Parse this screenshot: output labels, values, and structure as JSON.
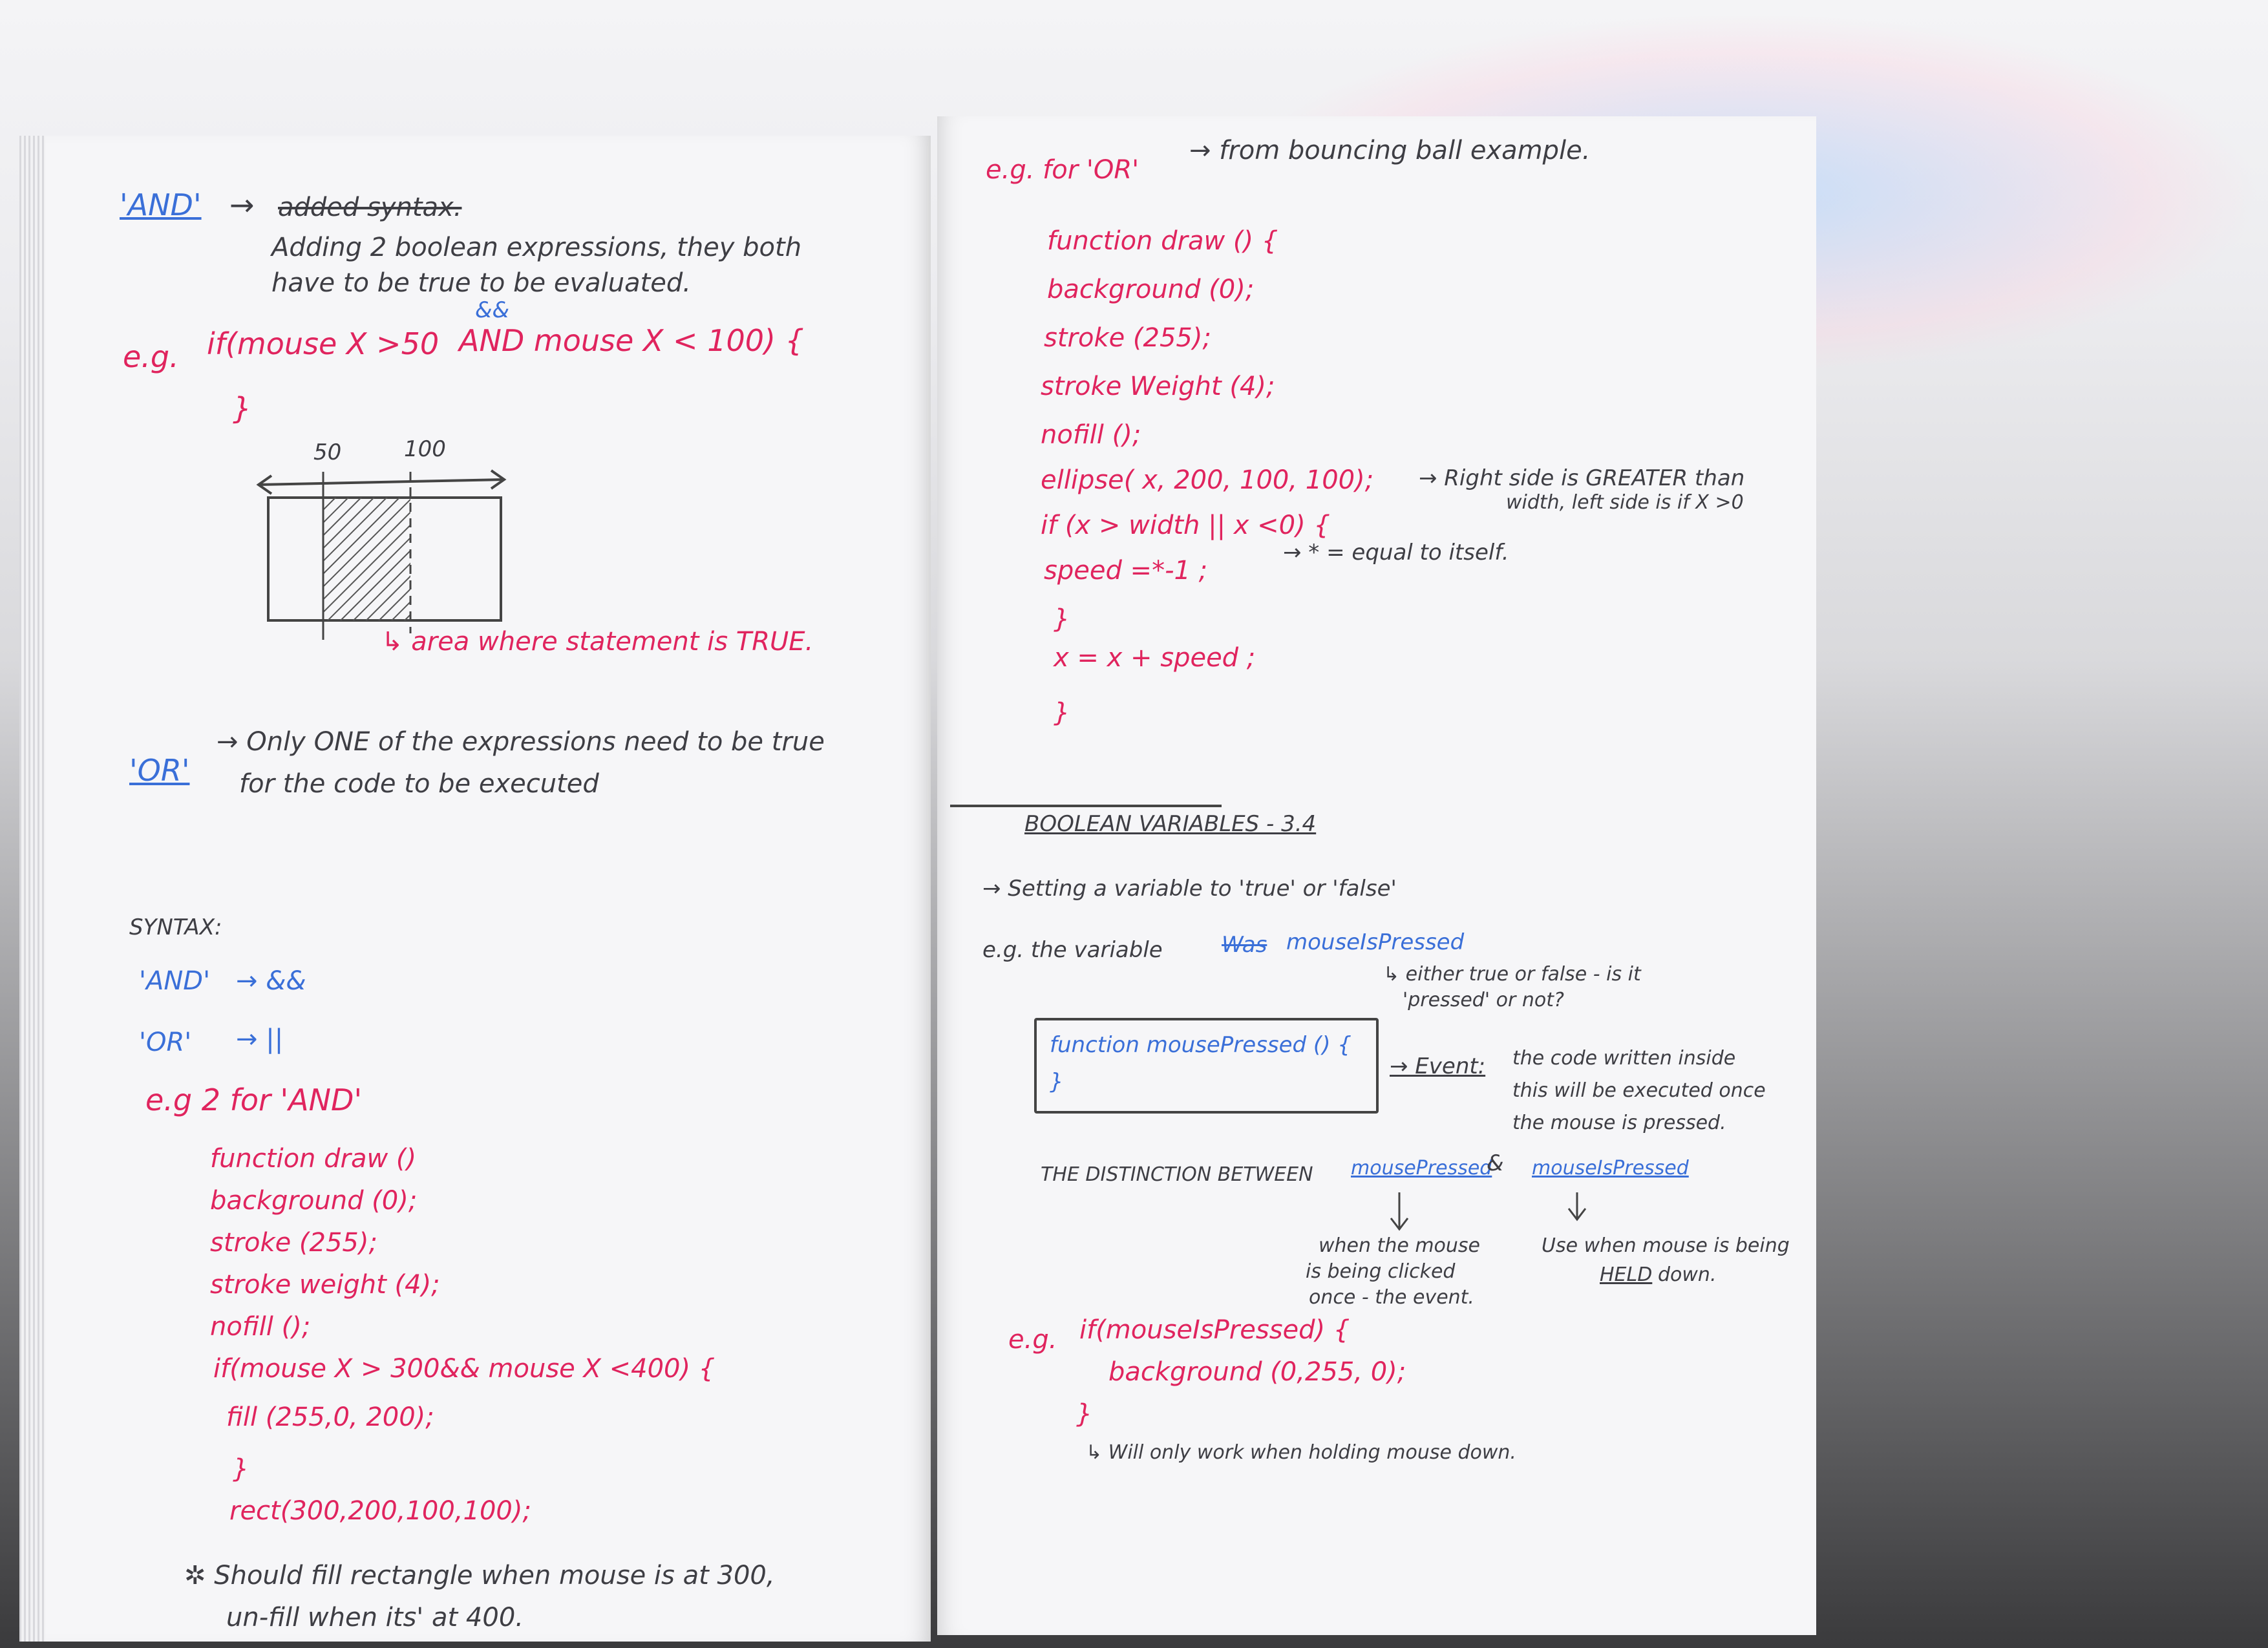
{
  "left": {
    "and_term": "'AND'",
    "arrow": "→",
    "crossed": "added syntax.",
    "and_desc_1": "Adding 2 boolean expressions, they both",
    "and_desc_2": "have to be true to be evaluated.",
    "eg_label": "e.g.",
    "code1_a": "if(mouse X >50",
    "code1_amp": "&&",
    "code1_b": "AND mouse X < 100) {",
    "code1_close": "}",
    "fig_50": "50",
    "fig_100": "100",
    "area_note": "↳ area where statement is TRUE.",
    "or_term": "'OR'",
    "or_desc_1": "→ Only ONE of the expressions need to be true",
    "or_desc_2": "for the code to be executed",
    "syntax_title": "SYNTAX:",
    "syn_and": "'AND'",
    "syn_and_val": "→ &&",
    "syn_or": "'OR'",
    "syn_or_val": "→ ||",
    "eg2": "e.g 2 for 'AND'",
    "code2": [
      "function draw ()",
      "background (0);",
      "stroke (255);",
      "stroke weight (4);",
      "nofill ();",
      "if(mouse X > 300&& mouse X <400) {",
      "fill (255,0, 200);",
      "}",
      "rect(300,200,100,100);"
    ],
    "note_1": "✲ Should fill rectangle when mouse is at 300,",
    "note_2": "un-fill when its' at 400."
  },
  "right": {
    "eg_or": "e.g. for 'OR'",
    "eg_or_tail": "→ from bouncing ball example.",
    "code3": [
      "function draw () {",
      "background (0);",
      "stroke (255);",
      "stroke Weight (4);",
      "nofill ();",
      "ellipse( x, 200, 100, 100);",
      "if (x > width || x <0) {",
      "speed =*-1 ;",
      "}",
      "x = x + speed ;",
      "}"
    ],
    "right_note_1": "→ Right side is GREATER than",
    "right_note_2": "width, left side is if X >0",
    "speed_note": "→ * = equal to itself.",
    "bool_heading": "BOOLEAN VARIABLES - 3.4",
    "setting": "→ Setting a variable to 'true' or 'false'",
    "eg_var_a": "e.g. the variable",
    "strike_word": "Was",
    "mouse_is_pressed": "mouseIsPressed",
    "either_1": "↳ either true or false - is it",
    "either_2": "'pressed' or not?",
    "box_line1": "function mousePressed () {",
    "box_line2": "}",
    "event_label": "→ Event:",
    "event_desc_1": "the code written inside",
    "event_desc_2": "this will be executed once",
    "event_desc_3": "the mouse is pressed.",
    "distinction": "THE DISTINCTION BETWEEN",
    "dist_a": "mousePressed",
    "dist_amp": "&",
    "dist_b": "mouseIsPressed",
    "when_1": "when the mouse",
    "when_2": "is being clicked",
    "when_3": "once - the event.",
    "use_1": "Use when mouse is being",
    "use_2": "HELD",
    "use_3": "down.",
    "eg_final": "e.g.",
    "final_code": [
      "if(mouseIsPressed) {",
      "background (0,255, 0);",
      "}"
    ],
    "final_note": "↳ Will only work when holding mouse down."
  }
}
